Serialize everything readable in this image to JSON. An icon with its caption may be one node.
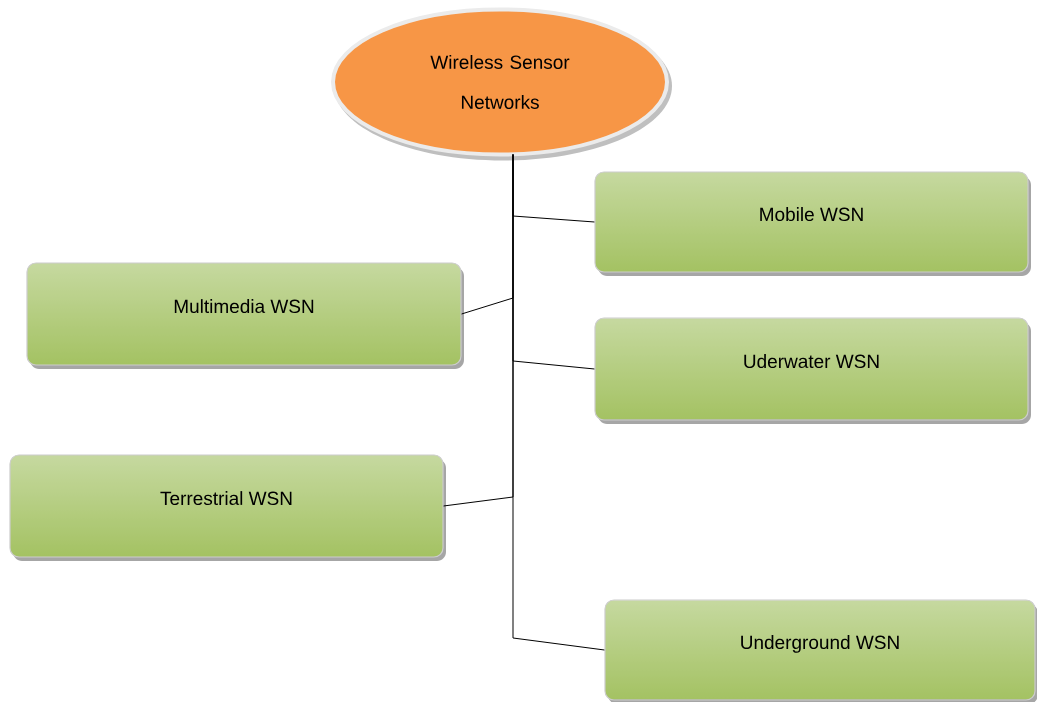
{
  "diagram": {
    "nodes": [
      {
        "text": [
          "Wireless Sensor Networks"
        ]
      },
      {
        "text": [
          "Mobile WSN"
        ]
      },
      {
        "text": [
          "Multimedia WSN"
        ]
      },
      {
        "text": [
          "Uderwater WSN"
        ]
      },
      {
        "text": [
          "Terrestrial WSN"
        ]
      },
      {
        "text": [
          "Underground WSN"
        ]
      }
    ],
    "edges": [
      {
        "from": 0,
        "to": 1,
        "arrow": "none"
      },
      {
        "from": 0,
        "to": 2,
        "arrow": "none"
      },
      {
        "from": 0,
        "to": 3,
        "arrow": "none"
      },
      {
        "from": 0,
        "to": 4,
        "arrow": "none"
      },
      {
        "from": 0,
        "to": 5,
        "arrow": "none"
      }
    ]
  }
}
